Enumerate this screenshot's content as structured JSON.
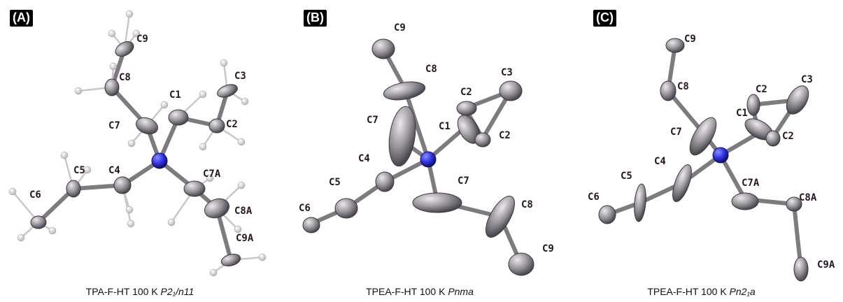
{
  "panels": [
    {
      "id": "A",
      "label": "(A)",
      "caption": {
        "prefix": "TPA-F-HT  100 K ",
        "space_group": "P2₁/n11"
      },
      "atoms": [
        "C9",
        "C8",
        "C3",
        "C1",
        "C7",
        "C2",
        "C5",
        "C4",
        "C7A",
        "C6",
        "C8A",
        "C9A"
      ]
    },
    {
      "id": "B",
      "label": "(B)",
      "caption": {
        "prefix": "TPEA-F-HT  100 K ",
        "space_group": "Pnma"
      },
      "atoms": [
        "C9",
        "C8",
        "C3",
        "C2",
        "C7",
        "C1",
        "C2",
        "C4",
        "C5",
        "C7",
        "C8",
        "C6",
        "C9"
      ]
    },
    {
      "id": "C",
      "label": "(C)",
      "caption": {
        "prefix": "TPEA-F-HT  100 K ",
        "space_group": "Pn2₁a"
      },
      "atoms": [
        "C9",
        "C8",
        "C3",
        "C2",
        "C1",
        "C7",
        "C2",
        "C4",
        "C5",
        "C7A",
        "C8A",
        "C6",
        "C9A"
      ]
    }
  ],
  "colors": {
    "carbon": "#8e8a90",
    "carbon_highlight": "#d6d2d6",
    "nitrogen": "#2b2ee0",
    "hydrogen": "#f4f4f4",
    "bond": "#7d7a80"
  }
}
